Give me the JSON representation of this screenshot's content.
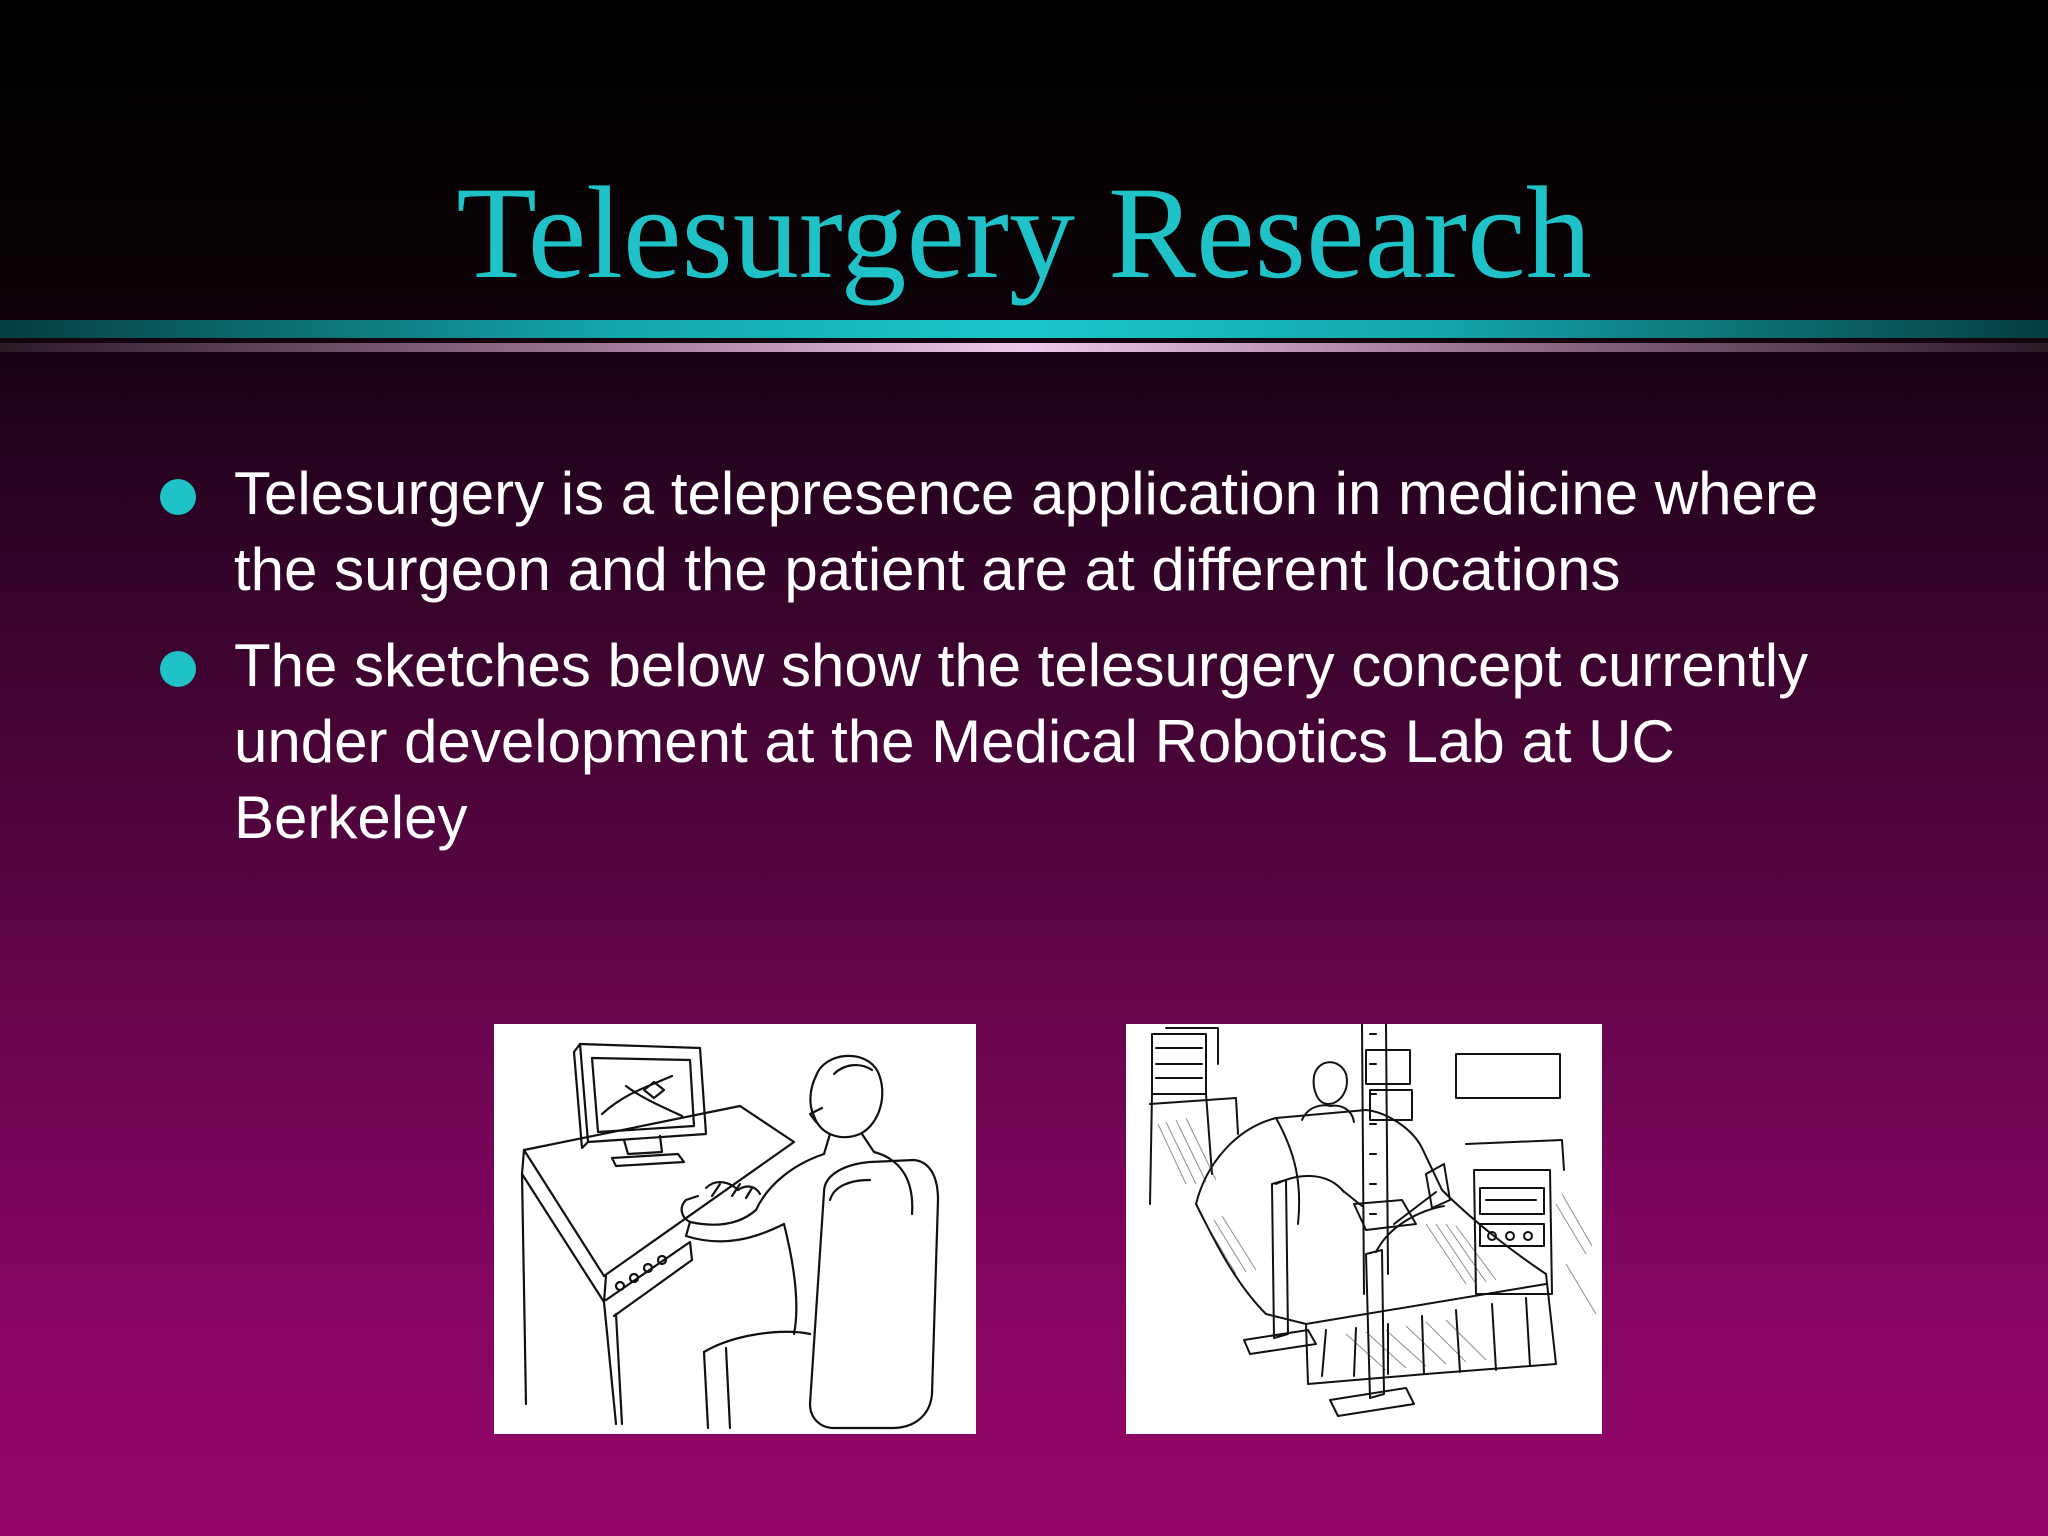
{
  "slide": {
    "title": "Telesurgery Research",
    "bullets": [
      "Telesurgery is a telepresence application in medicine where the surgeon and the patient are at different locations",
      "The sketches below show the telesurgery concept currently under development at the Medical Robotics Lab at UC Berkeley"
    ]
  },
  "colors": {
    "title": "#1fc3c7",
    "bullet_dot": "#1fc3c7",
    "text": "#ffffff",
    "background_top": "#000000",
    "background_bottom": "#900566"
  }
}
